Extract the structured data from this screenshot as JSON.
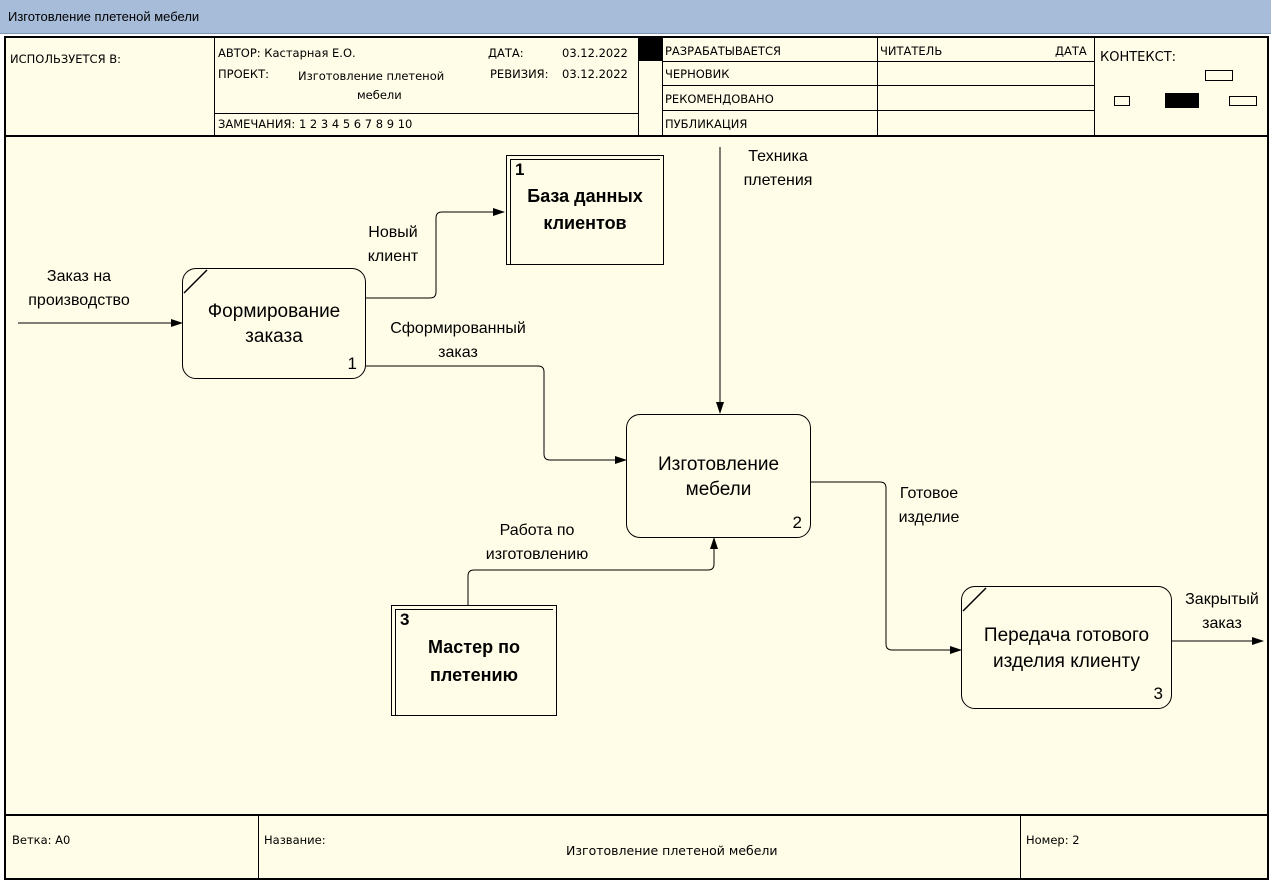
{
  "window": {
    "title": "Изготовление плетеной мебели"
  },
  "header": {
    "used_in_label": "ИСПОЛЬЗУЕТСЯ В:",
    "author": "АВТОР: Кастарная Е.О.",
    "date_label": "ДАТА:",
    "date_value": "03.12.2022",
    "project_label": "ПРОЕКТ:",
    "project_value_line1": "Изготовление плетеной",
    "project_value_line2": "мебели",
    "revision_label": "РЕВИЗИЯ:",
    "revision_value": "03.12.2022",
    "notes": "ЗАМЕЧАНИЯ:  1  2  3  4  5  6  7  8  9  10",
    "status": [
      "РАЗРАБАТЫВАЕТСЯ",
      "ЧЕРНОВИК",
      "РЕКОМЕНДОВАНО",
      "ПУБЛИКАЦИЯ"
    ],
    "reader_label": "ЧИТАТЕЛЬ",
    "reader_date_label": "ДАТА",
    "context_label": "КОНТЕКСТ:"
  },
  "diagram": {
    "functions": [
      {
        "line1": "Формирование",
        "line2": "заказа",
        "num": "1"
      },
      {
        "line1": "Изготовление",
        "line2": "мебели",
        "num": "2"
      },
      {
        "line1": "Передача готового",
        "line2": "изделия клиенту",
        "num": "3"
      }
    ],
    "externals": [
      {
        "line1": "База данных",
        "line2": "клиентов",
        "num": "1"
      },
      {
        "line1": "Мастер по",
        "line2": "плетению",
        "num": "3"
      }
    ],
    "arrows": {
      "order_in": [
        "Заказ на",
        "производство"
      ],
      "new_client": [
        "Новый",
        "клиент"
      ],
      "formed_order": [
        "Сформированный",
        "заказ"
      ],
      "technique": [
        "Техника",
        "плетения"
      ],
      "work": [
        "Работа по",
        "изготовлению"
      ],
      "finished": [
        "Готовое",
        "изделие"
      ],
      "closed": [
        "Закрытый",
        "заказ"
      ]
    }
  },
  "footer": {
    "branch": "Ветка:  А0",
    "name_label": "Название:",
    "name_value": "Изготовление плетеной мебели",
    "number": "Номер:  2"
  }
}
